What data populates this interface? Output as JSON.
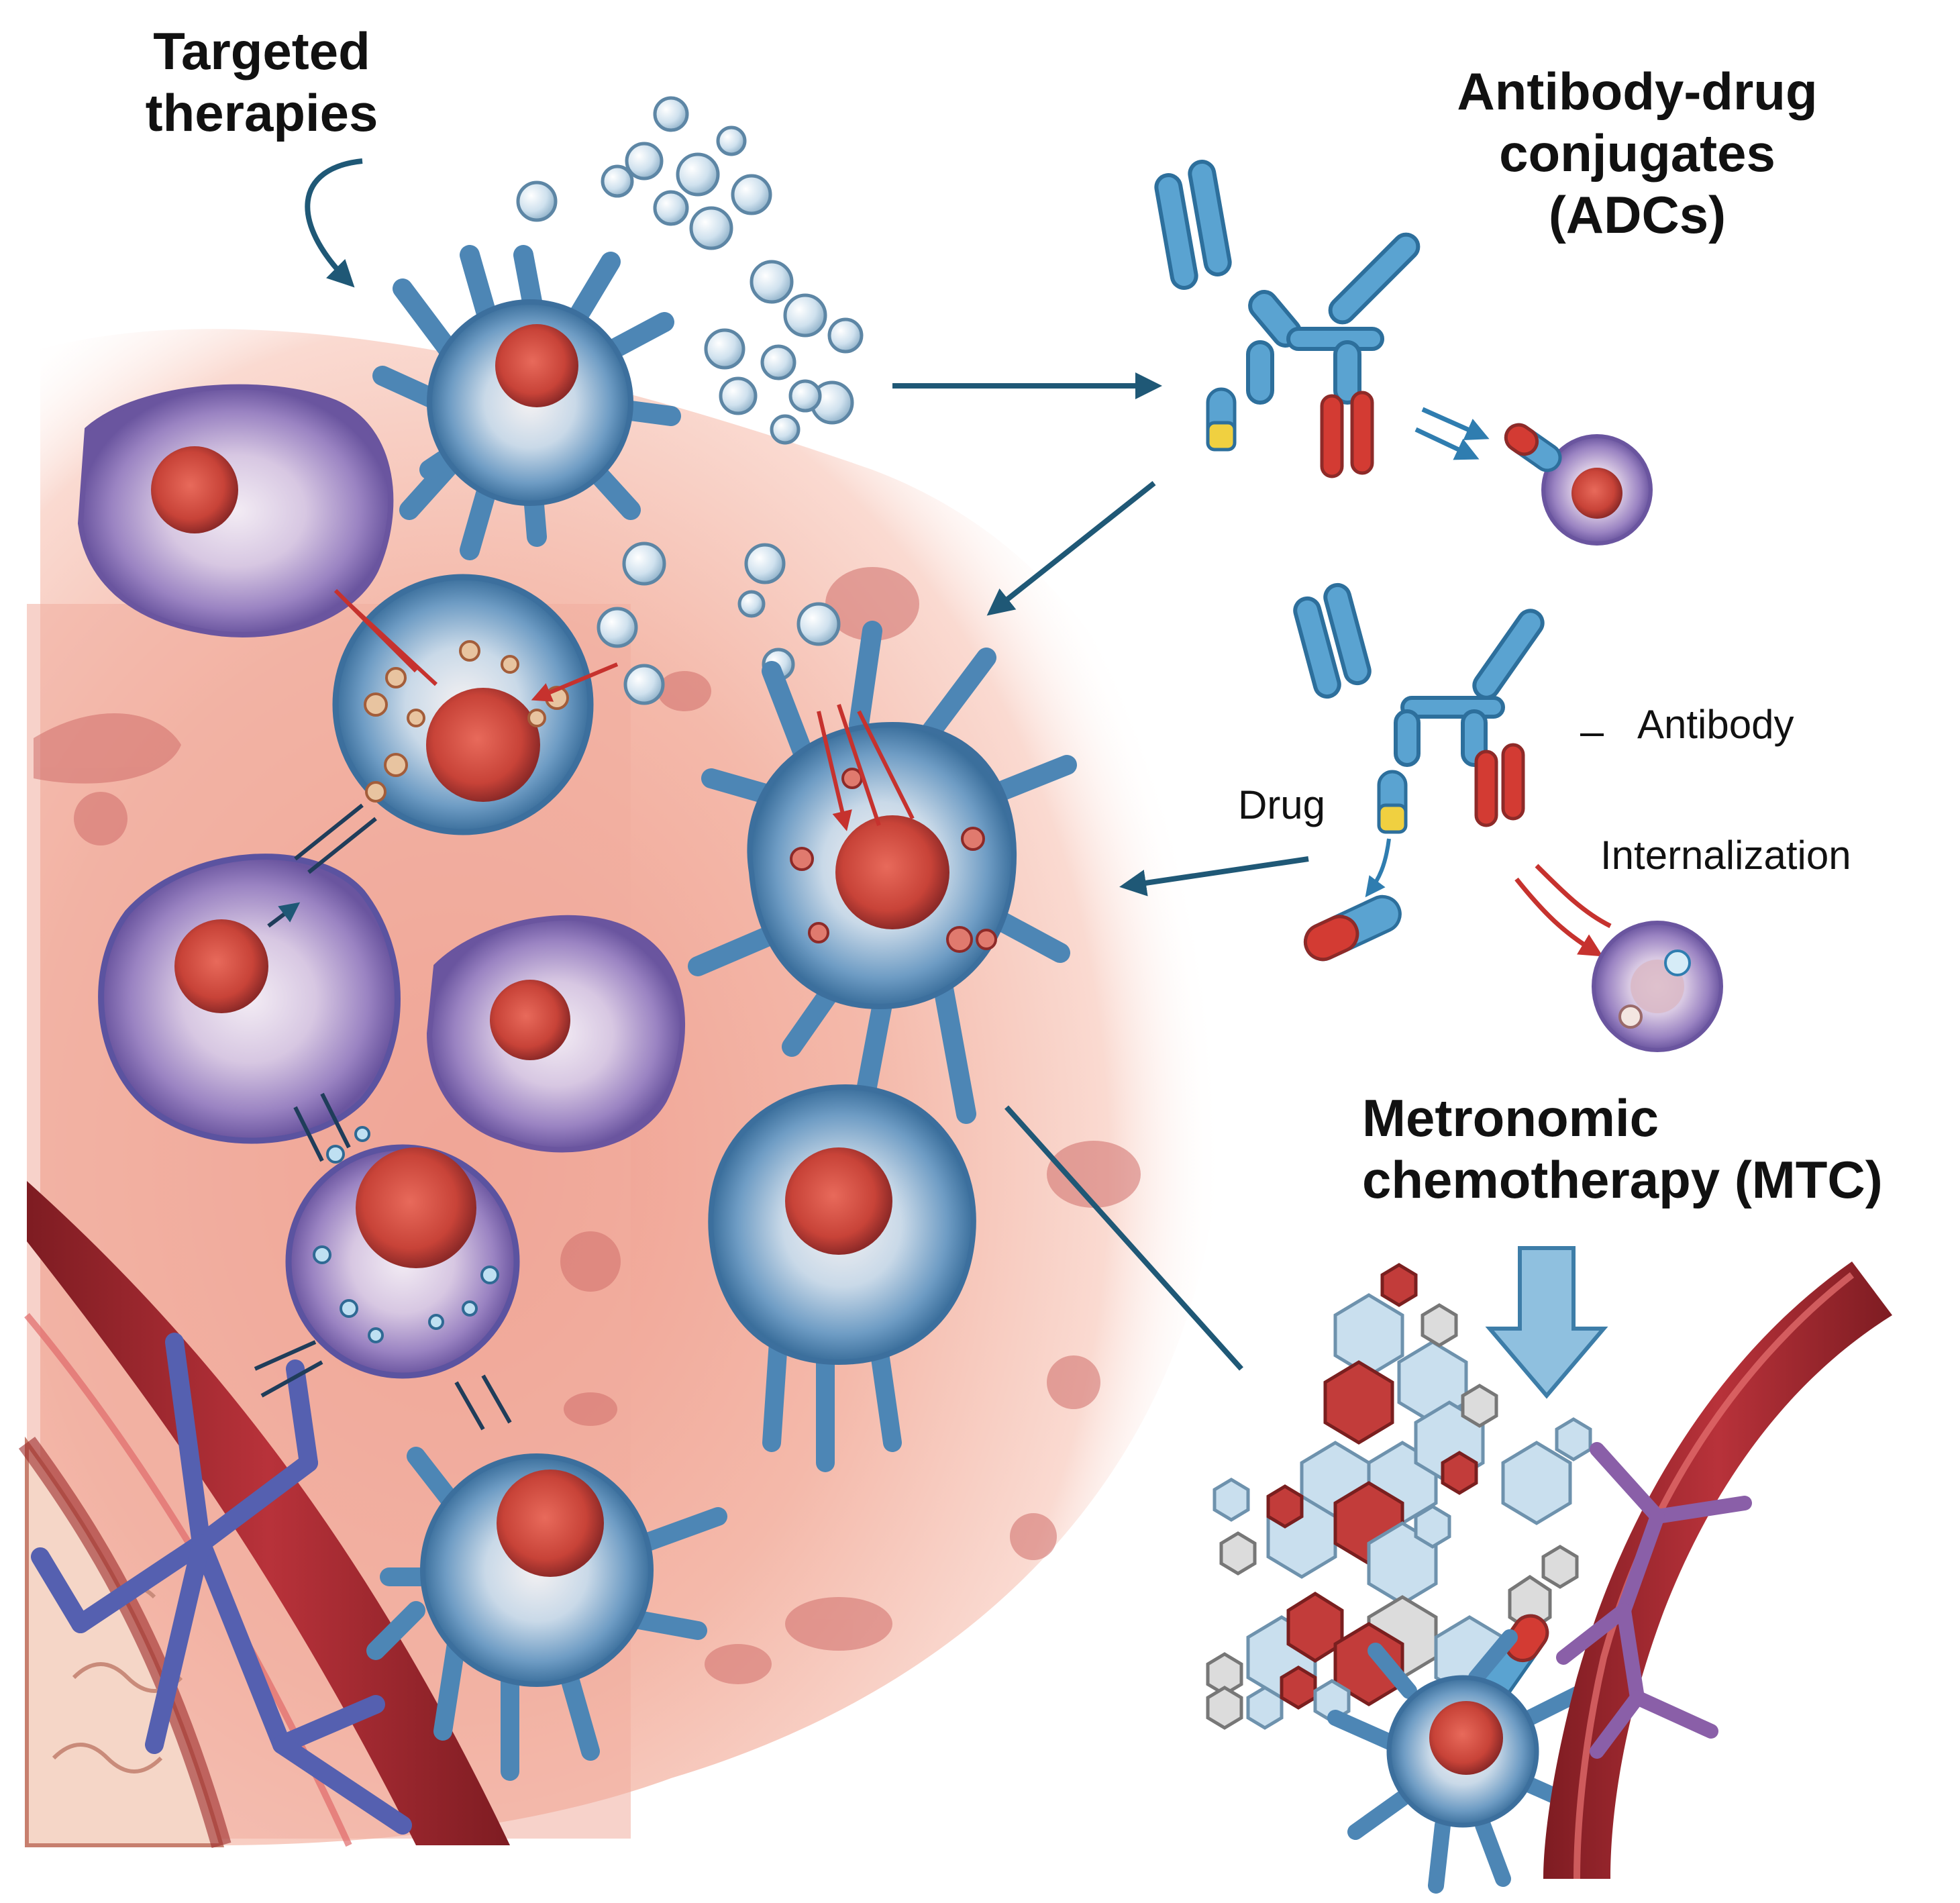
{
  "labels": {
    "targeted_line1": "Targeted",
    "targeted_line2": "therapies",
    "adc_line1": "Antibody-drug",
    "adc_line2": "conjugates",
    "adc_line3": "(ADCs)",
    "antibody": "Antibody",
    "drug": "Drug",
    "internalization": "Internalization",
    "mtc_line1": "Metronomic",
    "mtc_line2": "chemotherapy (MTC)"
  },
  "icons": {
    "antibody": "antibody-icon",
    "drug_capsule": "capsule-icon",
    "tumor_cell": "cell-icon",
    "dendritic_cell": "dendritic-cell-icon",
    "blood_vessel": "vessel-icon",
    "nanoparticle": "particle-icon",
    "hexagon_drug": "hexagon-icon",
    "down_arrow": "down-arrow-icon"
  },
  "colors": {
    "cell_blue": "#4f86b4",
    "cell_purple": "#7d6bb0",
    "nucleus_red": "#c0403a",
    "tissue_pink": "#f2b3a5",
    "vessel_red": "#a3262c",
    "antibody_blue": "#3f8ec0",
    "capsule_red": "#d33b33",
    "capsule_yellow": "#f0d040",
    "arrow_teal": "#1f5876",
    "particle_lightblue": "#cfe3ef"
  }
}
